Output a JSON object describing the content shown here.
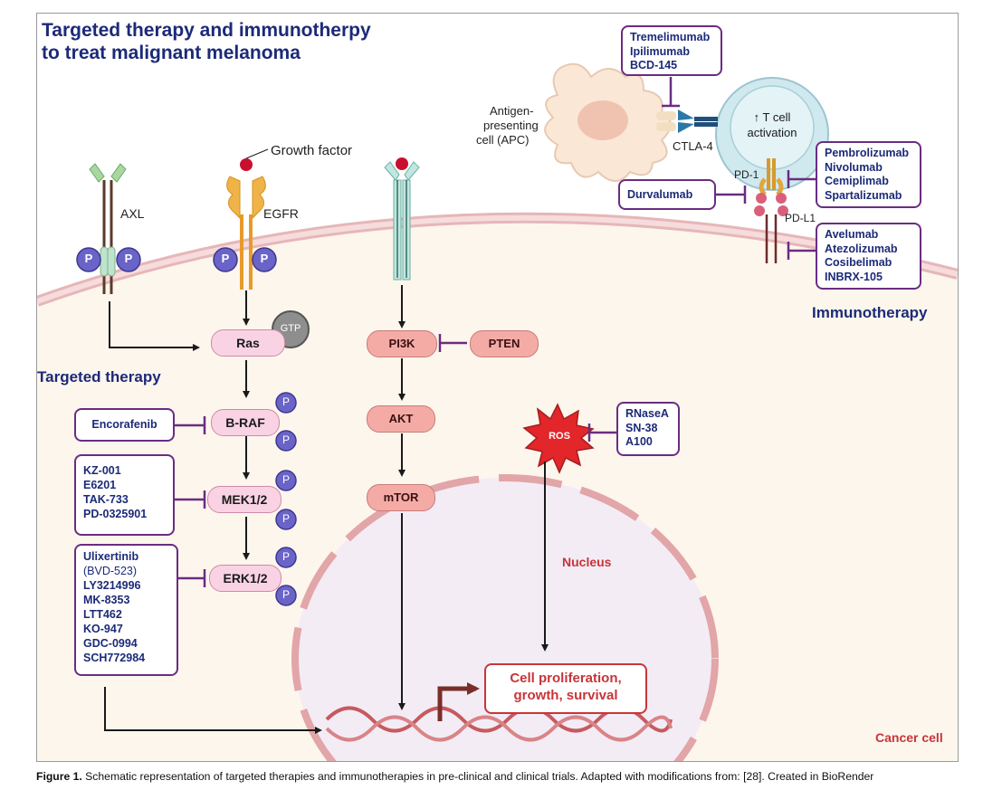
{
  "title": {
    "line1": "Targeted therapy and immunotherpy",
    "line2": "to treat malignant melanoma"
  },
  "labels": {
    "targeted_therapy": "Targeted therapy",
    "immunotherapy": "Immunotherapy",
    "nucleus": "Nucleus",
    "cancer_cell": "Cancer cell",
    "growth_factor": "Growth factor",
    "axl": "AXL",
    "egfr": "EGFR",
    "apc_line1": "Antigen-",
    "apc_line2": "presenting",
    "apc_line3": "cell (APC)",
    "tcell_line1": "↑ T cell",
    "tcell_line2": "activation",
    "ctla4": "CTLA-4",
    "pd1": "PD-1",
    "pdl1": "PD-L1",
    "p": "P",
    "gtp": "GTP",
    "ros": "ROS"
  },
  "pathway": {
    "ras": "Ras",
    "braf": "B-RAF",
    "mek": "MEK1/2",
    "erk": "ERK1/2",
    "pi3k": "PI3K",
    "pten": "PTEN",
    "akt": "AKT",
    "mtor": "mTOR"
  },
  "drugs": {
    "ctla4": [
      "Tremelimumab",
      "Ipilimumab",
      "BCD-145"
    ],
    "pd1": [
      "Pembrolizumab",
      "Nivolumab",
      "Cemiplimab",
      "Spartalizumab"
    ],
    "durvalumab": "Durvalumab",
    "pdl1": [
      "Avelumab",
      "Atezolizumab",
      "Cosibelimab",
      "INBRX-105"
    ],
    "ros": [
      "RNaseA",
      "SN-38",
      "A100"
    ],
    "braf": "Encorafenib",
    "mek": [
      "KZ-001",
      "E6201",
      "TAK-733",
      "PD-0325901"
    ],
    "erk_first": "Ulixertinib",
    "erk_note": "(BVD-523)",
    "erk_rest": [
      "LY3214996",
      "MK-8353",
      "LTT462",
      "KO-947",
      "GDC-0994",
      "SCH772984"
    ]
  },
  "outcome": {
    "line1": "Cell proliferation,",
    "line2": "growth, survival"
  },
  "caption": {
    "label": "Figure 1.",
    "text": " Schematic representation of targeted therapies and immunotherapies in pre-clinical and clinical trials. Adapted with modifications from: [28]. Created in BioRender"
  },
  "colors": {
    "navy": "#1c2a78",
    "purple_inhibitor": "#6a2c82",
    "red_text": "#c73539",
    "membrane": "#e6b6b8",
    "cytoplasm": "#fdf6ec",
    "nucleus_fill": "#f3ecf5",
    "phospho": "#6a64c8"
  }
}
